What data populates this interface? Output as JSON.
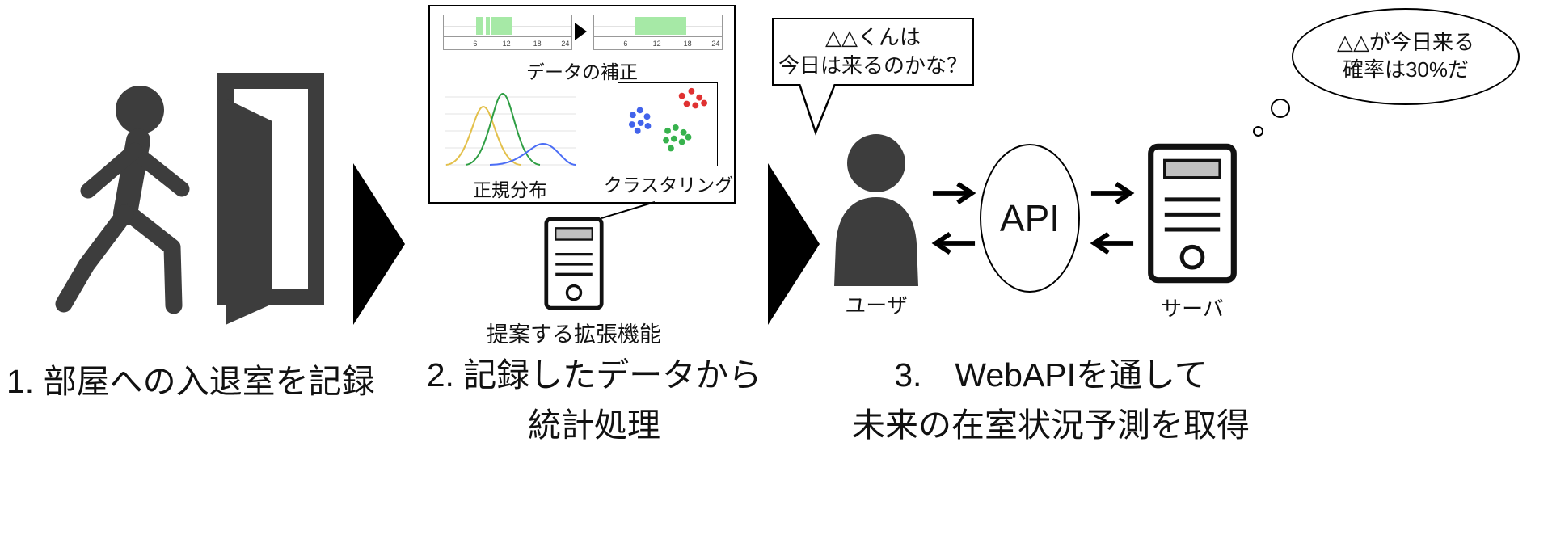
{
  "step1": {
    "caption": "1. 部屋への入退室を記録"
  },
  "step2": {
    "panel": {
      "correction_caption": "データの補正",
      "normal_caption": "正規分布",
      "clustering_caption": "クラスタリング",
      "ticks": [
        "6",
        "12",
        "18",
        "24"
      ]
    },
    "server_caption": "提案する拡張機能",
    "caption_line1": "2. 記録したデータから",
    "caption_line2": "統計処理"
  },
  "step3": {
    "speech_line1": "△△くんは",
    "speech_line2": "今日は来るのかな？",
    "thought_line1": "△△が今日来る",
    "thought_line2": "確率は30%だ",
    "user_label": "ユーザ",
    "api_label": "API",
    "server_label": "サーバ",
    "caption_line1": "3.　WebAPIを通して",
    "caption_line2": "未来の在室状況予測を取得"
  },
  "colors": {
    "icon_gray": "#3d3d3d",
    "band_green": "#a6e9a6",
    "curve_yellow": "#e3c04b",
    "curve_green": "#2f9e44",
    "curve_blue": "#4c6ef5",
    "dot_red": "#e03131",
    "dot_blue": "#4263eb",
    "dot_green": "#37b24d",
    "arrow_black": "#000000"
  }
}
